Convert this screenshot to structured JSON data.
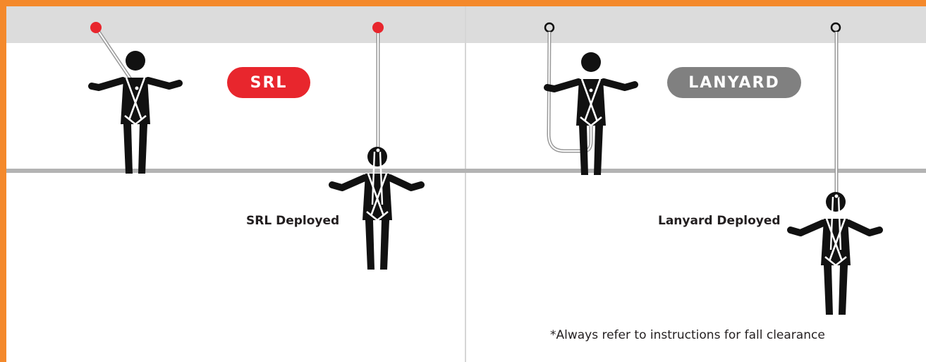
{
  "colors": {
    "frame_orange": "#f4892b",
    "ceiling_gray": "#dcdcdc",
    "floor_gray": "#b3b3b3",
    "anchor_red": "#e8262d",
    "srl_badge_red": "#e8262d",
    "lanyard_badge_gray": "#808080",
    "figure_black": "#111111"
  },
  "srl_panel": {
    "badge_label": "SRL",
    "deployed_label": "SRL Deployed"
  },
  "lanyard_panel": {
    "badge_label": "LANYARD",
    "deployed_label": "Lanyard Deployed"
  },
  "footnote": "*Always refer to instructions for fall clearance"
}
